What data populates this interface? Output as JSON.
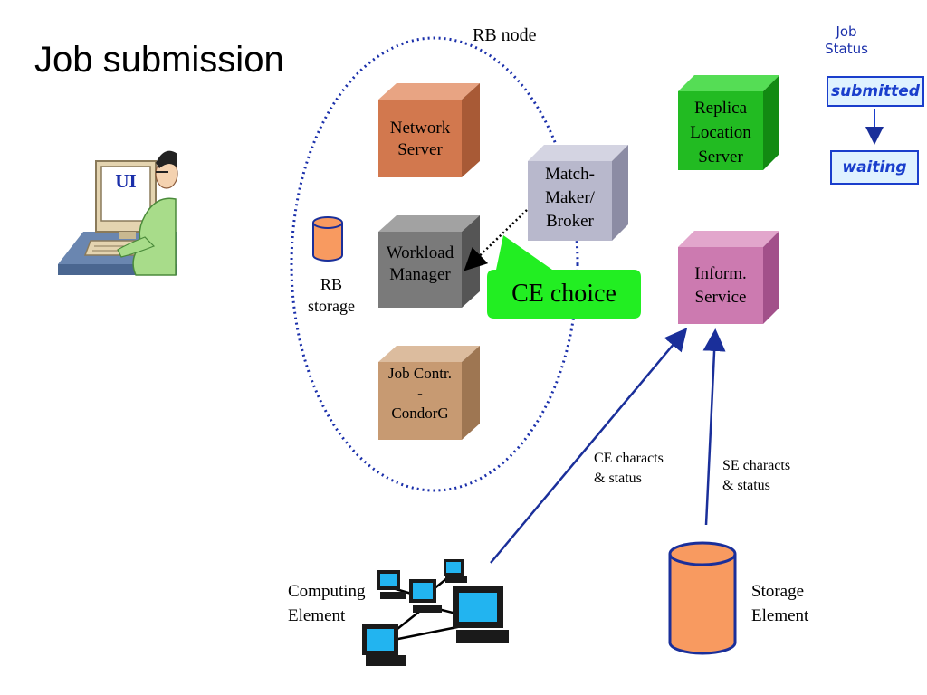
{
  "slide": {
    "title": "Job submission"
  },
  "rb_node": {
    "label": "RB node",
    "network_server": {
      "line1": "Network",
      "line2": "Server"
    },
    "workload_manager": {
      "line1": "Workload",
      "line2": "Manager"
    },
    "job_controller": {
      "line1": "Job Contr.",
      "line2": "-",
      "line3": "CondorG"
    },
    "match_maker": {
      "line1": "Match-",
      "line2": "Maker/",
      "line3": "Broker"
    },
    "rb_storage": {
      "line1": "RB",
      "line2": "storage"
    }
  },
  "ui": {
    "label": "UI"
  },
  "callout": {
    "text": "CE choice"
  },
  "replica": {
    "line1": "Replica",
    "line2": "Location",
    "line3": "Server"
  },
  "info_service": {
    "line1": "Inform.",
    "line2": "Service"
  },
  "job_status": {
    "title_line1": "Job",
    "title_line2": "Status",
    "states": [
      "submitted",
      "waiting"
    ]
  },
  "links": {
    "ce": {
      "line1": "CE characts",
      "line2": "& status"
    },
    "se": {
      "line1": "SE characts",
      "line2": "& status"
    }
  },
  "computing_element": {
    "line1": "Computing",
    "line2": "Element"
  },
  "storage_element": {
    "line1": "Storage",
    "line2": "Element"
  },
  "colors": {
    "network_server": "#d2784e",
    "workload_manager": "#7a7a7a",
    "job_controller": "#c79a72",
    "match_maker": "#b8b8cc",
    "replica": "#22bb22",
    "info_service": "#cc7ab0",
    "callout": "#22ee22",
    "storage": "#f89a60",
    "link": "#1a2f9a"
  }
}
